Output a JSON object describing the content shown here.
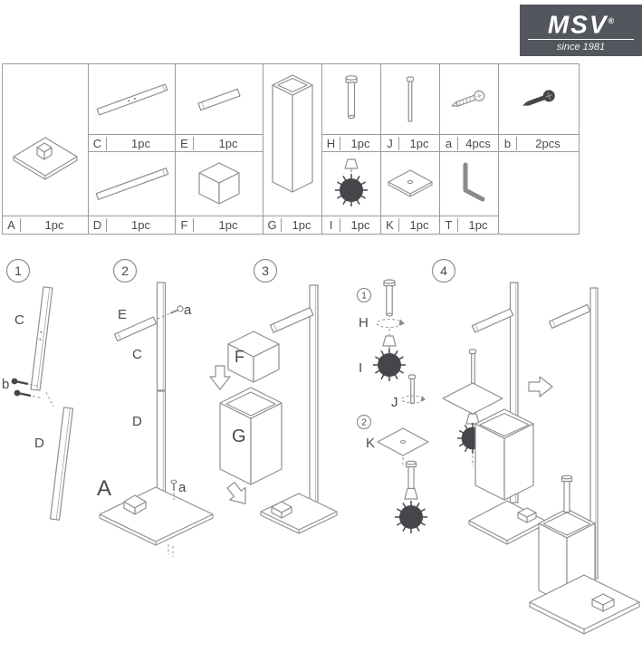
{
  "logo": {
    "brand": "MSV",
    "reg": "®",
    "tagline": "since 1981"
  },
  "parts": {
    "A": {
      "id": "A",
      "qty": "1pc"
    },
    "C": {
      "id": "C",
      "qty": "1pc"
    },
    "D": {
      "id": "D",
      "qty": "1pc"
    },
    "E": {
      "id": "E",
      "qty": "1pc"
    },
    "F": {
      "id": "F",
      "qty": "1pc"
    },
    "G": {
      "id": "G",
      "qty": "1pc"
    },
    "H": {
      "id": "H",
      "qty": "1pc"
    },
    "I": {
      "id": "I",
      "qty": "1pc"
    },
    "J": {
      "id": "J",
      "qty": "1pc"
    },
    "K": {
      "id": "K",
      "qty": "1pc"
    },
    "a": {
      "id": "a",
      "qty": "4pcs"
    },
    "b": {
      "id": "b",
      "qty": "2pcs"
    },
    "T": {
      "id": "T",
      "qty": "1pc"
    }
  },
  "steps": {
    "s1": {
      "num": "1",
      "labels": {
        "c": "C",
        "b": "b",
        "d": "D"
      }
    },
    "s2": {
      "num": "2",
      "labels": {
        "e": "E",
        "a_top": "a",
        "c": "C",
        "d": "D",
        "base": "A",
        "a_base": "a"
      }
    },
    "s3": {
      "num": "3",
      "labels": {
        "f": "F",
        "g": "G"
      }
    },
    "s4": {
      "num": "4",
      "labels": {
        "sub1": "1",
        "h": "H",
        "i": "I",
        "j": "J",
        "sub2": "2",
        "k": "K"
      }
    }
  }
}
